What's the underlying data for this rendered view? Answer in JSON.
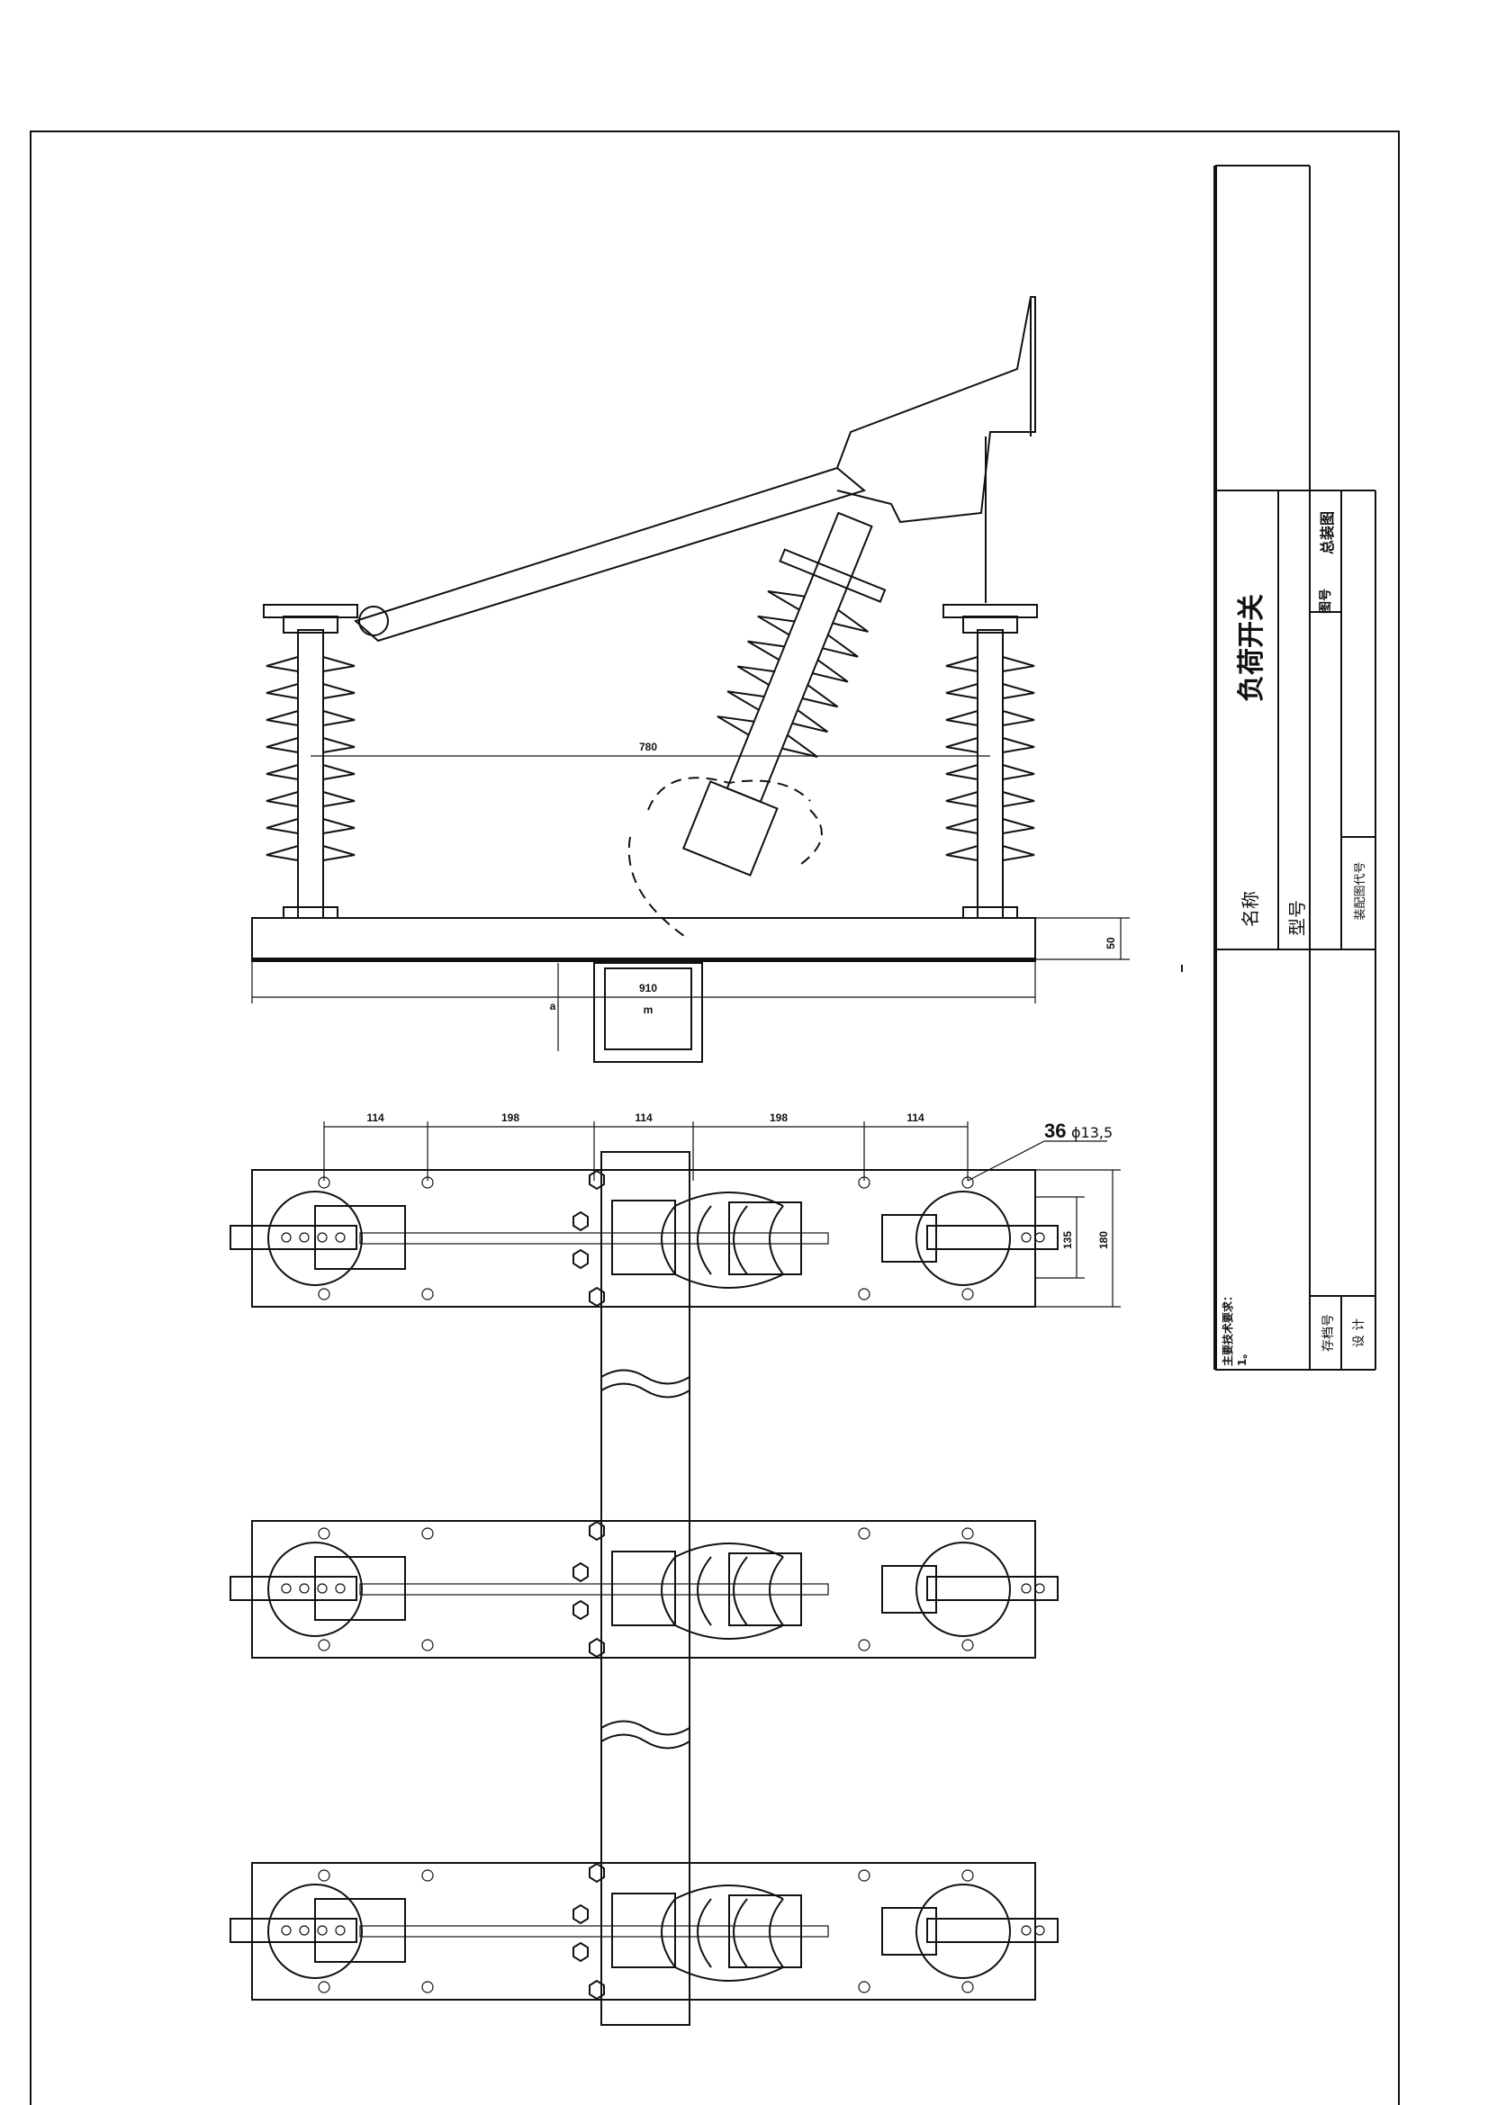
{
  "title_block": {
    "drawing_title": "负荷开关",
    "label_name": "名称",
    "label_model": "型号",
    "label_assembly_code": "装配图代号",
    "label_drawing_type": "图号",
    "drawing_type": "总装图",
    "label_archive": "存档号",
    "label_design": "设 计",
    "notes_title": "主要技术要求：",
    "notes_item": "1。"
  },
  "dimensions": {
    "insulator_span": "780",
    "base_length": "910",
    "base_height": "50",
    "beam_note": "a",
    "channel_note": "m",
    "hole_spacing_1": "114",
    "hole_spacing_2": "198",
    "hole_spacing_3": "114",
    "hole_spacing_4": "198",
    "hole_spacing_5": "114",
    "hole_count": "36",
    "hole_diameter": "ϕ13,5",
    "inner_width": "135",
    "outer_width": "180"
  },
  "colors": {
    "line": "#111111",
    "background": "#ffffff"
  }
}
